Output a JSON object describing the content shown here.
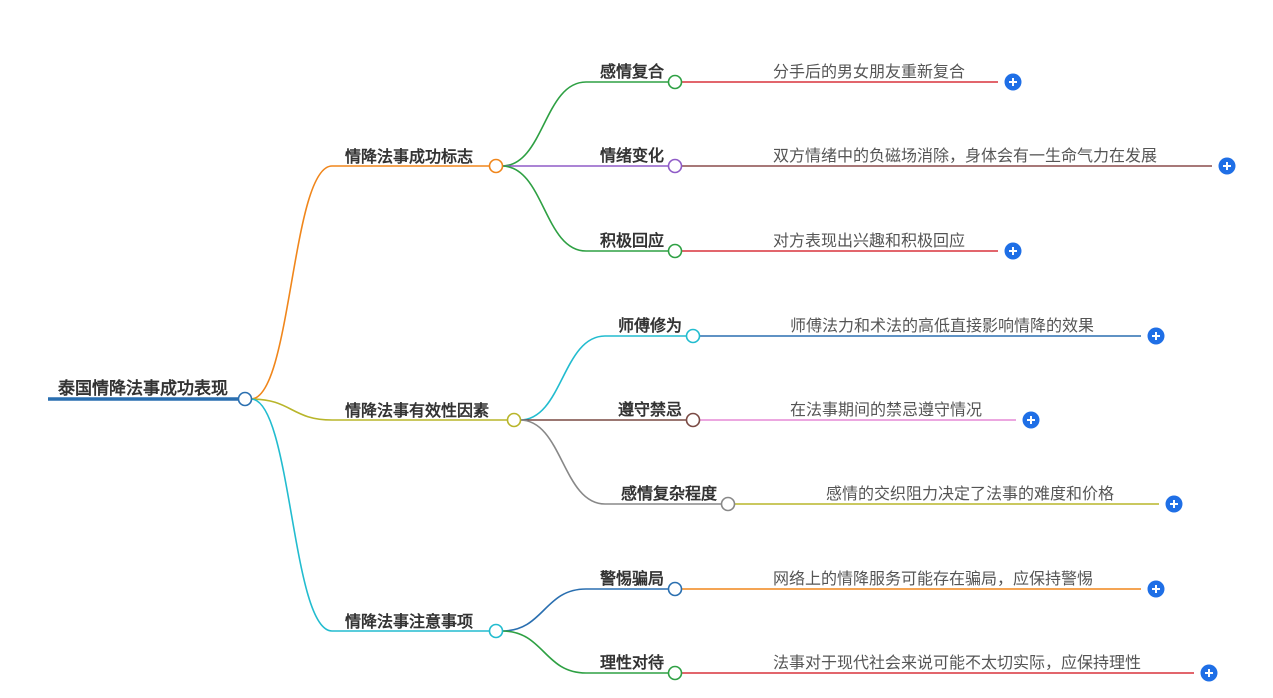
{
  "root": {
    "label": "泰国情降法事成功表现",
    "color": "#2a6fb0"
  },
  "branches": [
    {
      "label": "情降法事成功标志",
      "color": "#f0861b",
      "children": [
        {
          "label": "感情复合",
          "color": "#2ea043",
          "leaf": "分手后的男女朋友重新复合",
          "leaf_color": "#d9323b"
        },
        {
          "label": "情绪变化",
          "color": "#8f5bc7",
          "leaf": "双方情绪中的负磁场消除，身体会有一生命气力在发展",
          "leaf_color": "#8a4b4b"
        },
        {
          "label": "积极回应",
          "color": "#2ea043",
          "leaf": "对方表现出兴趣和积极回应",
          "leaf_color": "#d9323b"
        }
      ]
    },
    {
      "label": "情降法事有效性因素",
      "color": "#b8b52a",
      "children": [
        {
          "label": "师傅修为",
          "color": "#22bccf",
          "leaf": "师傅法力和术法的高低直接影响情降的效果",
          "leaf_color": "#2a6fb0"
        },
        {
          "label": "遵守禁忌",
          "color": "#7a4a44",
          "leaf": "在法事期间的禁忌遵守情况",
          "leaf_color": "#e58ad6"
        },
        {
          "label": "感情复杂程度",
          "color": "#888888",
          "leaf": "感情的交织阻力决定了法事的难度和价格",
          "leaf_color": "#b8b52a"
        }
      ]
    },
    {
      "label": "情降法事注意事项",
      "color": "#22bccf",
      "children": [
        {
          "label": "警惕骗局",
          "color": "#2a6fb0",
          "leaf": "网络上的情降服务可能存在骗局，应保持警惕",
          "leaf_color": "#f0861b"
        },
        {
          "label": "理性对待",
          "color": "#2ea043",
          "leaf": "法事对于现代社会来说可能不太切实际，应保持理性",
          "leaf_color": "#d9323b"
        }
      ]
    }
  ],
  "expand_button": {
    "icon": "plus-circle-icon",
    "color": "#1f6fe6"
  }
}
